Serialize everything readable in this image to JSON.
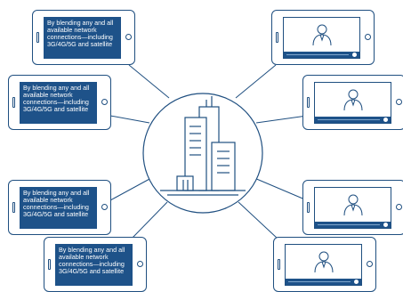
{
  "message": "By blending any and all available network connections—including 3G/4G/5G and satellite",
  "colors": {
    "accent": "#1e5289",
    "line": "#1f4f80"
  },
  "devices": [
    {
      "side": "left",
      "kind": "text"
    },
    {
      "side": "left",
      "kind": "text"
    },
    {
      "side": "left",
      "kind": "text"
    },
    {
      "side": "left",
      "kind": "text"
    },
    {
      "side": "right",
      "kind": "video"
    },
    {
      "side": "right",
      "kind": "video"
    },
    {
      "side": "right",
      "kind": "video"
    },
    {
      "side": "right",
      "kind": "video"
    }
  ],
  "hub": {
    "icon": "city-buildings-icon"
  }
}
